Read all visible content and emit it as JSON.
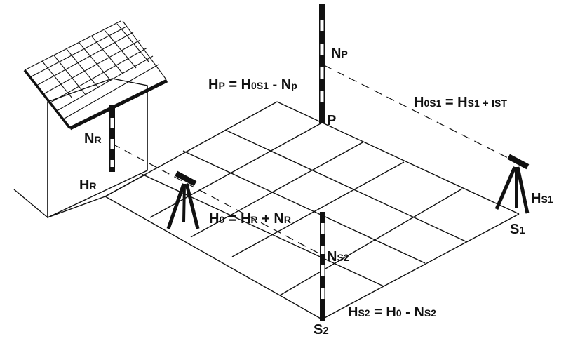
{
  "labels": {
    "np": {
      "main": "N",
      "sub": "P"
    },
    "hp_eq": {
      "a": "H",
      "a_sub": "P",
      "eq": " = H",
      "b_sub": "0S1",
      "minus": " - N",
      "c_sub": "p"
    },
    "h0s1_eq": {
      "a": "H",
      "a_sub": "0S1",
      "eq": " = H",
      "b_sub": "S1",
      "plus": " + I",
      "c_sub": "ST"
    },
    "p": "P",
    "nr": {
      "main": "N",
      "sub": "R"
    },
    "hr": {
      "main": "H",
      "sub": "R"
    },
    "h0_eq": {
      "a": "H",
      "a_sub": "0",
      "eq": " = H",
      "b_sub": "R",
      "plus": " + N",
      "c_sub": "R"
    },
    "ns2": {
      "main": "N",
      "sub": "S2"
    },
    "hs1": {
      "main": "H",
      "sub": "S1"
    },
    "s1": {
      "main": "S",
      "sub": "1"
    },
    "hs2_eq": {
      "a": "H",
      "a_sub": "S2",
      "eq": " = H",
      "b_sub": "0",
      "minus": " - N",
      "c_sub": "S2"
    },
    "s2": {
      "main": "S",
      "sub": "2"
    }
  },
  "colors": {
    "ink": "#111111",
    "background": "#ffffff"
  }
}
